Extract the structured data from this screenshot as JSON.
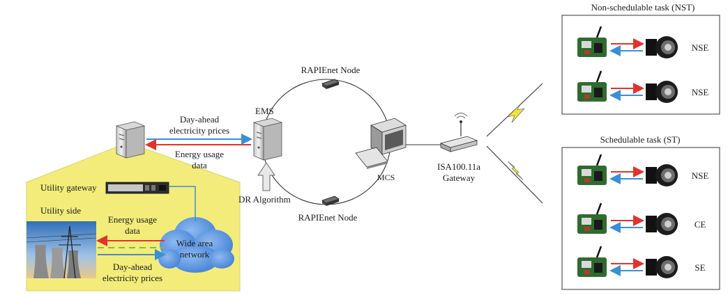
{
  "labels": {
    "ems": "EMS",
    "day_ahead_top_line1": "Day-ahead",
    "day_ahead_top_line2": "electricity prices",
    "energy_usage_top_line1": "Energy usage",
    "energy_usage_top_line2": "data",
    "dr_algorithm": "DR Algorithm",
    "rapienet_top": "RAPIEnet Node",
    "rapienet_bottom": "RAPIEnet Node",
    "mcs": "MCS",
    "gateway_line1": "ISA100.11a",
    "gateway_line2": "Gateway",
    "utility_gateway": "Utility gateway",
    "utility_side": "Utility side",
    "energy_usage_bottom_line1": "Energy usage",
    "energy_usage_bottom_line2": "data",
    "day_ahead_bottom_line1": "Day-ahead",
    "day_ahead_bottom_line2": "electricity prices",
    "wan_line1": "Wide area",
    "wan_line2": "network"
  },
  "nst_panel": {
    "title": "Non-schedulable task (NST)",
    "devices": [
      {
        "label": "NSE"
      },
      {
        "label": "NSE"
      }
    ]
  },
  "st_panel": {
    "title": "Schedulable task (ST)",
    "devices": [
      {
        "label": "NSE"
      },
      {
        "label": "CE"
      },
      {
        "label": "SE"
      }
    ]
  },
  "colors": {
    "arrow_red": "#e0342a",
    "arrow_blue": "#3a8fd6",
    "utility_yellow": "#f3ec7a",
    "cloud_blue": "#4f8fe0",
    "dashed_green": "#7fbf3f",
    "bolt_yellow": "#f3e33a"
  }
}
